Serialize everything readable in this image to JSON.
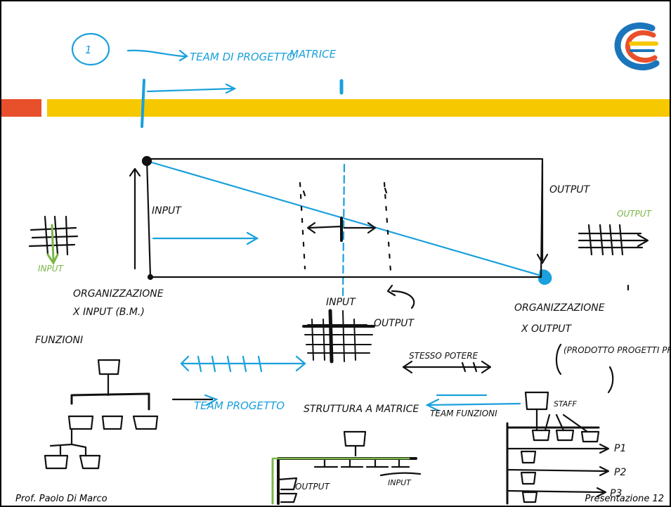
{
  "slide": {
    "footer_left": "Prof. Paolo Di Marco",
    "footer_right": "Presentazione 12"
  },
  "annotations": {
    "circled_number": "1",
    "team_di_progetto": "TEAM DI PROGETTO",
    "matrice": "MATRICE",
    "input_left": "INPUT",
    "output_right": "OUTPUT",
    "output_green": "OUTPUT",
    "input_green": "INPUT",
    "org_input_line1": "ORGANIZZAZIONE",
    "org_input_line2": "X INPUT (B.M.)",
    "funzioni": "FUNZIONI",
    "input_center": "INPUT",
    "output_center": "OUTPUT",
    "org_output_line1": "ORGANIZZAZIONE",
    "org_output_line2": "X OUTPUT",
    "progetto_list": "(PRODOTTO PROGETTI PROGETTI FORNITORI)",
    "stesso_potere": "STESSO POTERE",
    "team_progetto_bottom": "TEAM PROGETTO",
    "struttura_a_matrice": "STRUTTURA A MATRICE",
    "team_funzioni": "TEAM FUNZIONI",
    "staff": "STAFF",
    "p1": "P1",
    "p2": "P2",
    "p3": "P3",
    "output_bottom": "OUTPUT",
    "input_bottom": "INPUT"
  },
  "colors": {
    "orange": "#e8502b",
    "yellow": "#f5c800",
    "blue_ink": "#1aa0dc",
    "green_ink": "#7ab648",
    "black_ink": "#111111"
  }
}
